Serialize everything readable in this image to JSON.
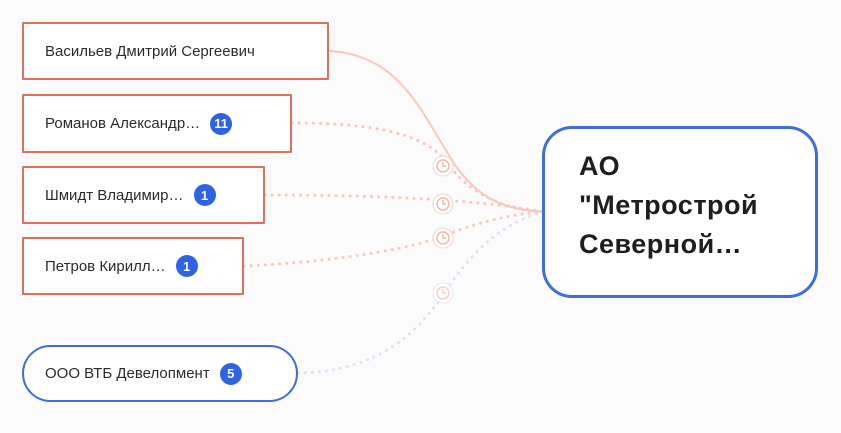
{
  "sources": [
    {
      "id": "vasiliev",
      "label": "Васильев Дмитрий Сергеевич",
      "badge": null,
      "kind": "person",
      "link": "solid"
    },
    {
      "id": "romanov",
      "label": "Романов Александр…",
      "badge": "11",
      "kind": "person",
      "link": "dotted"
    },
    {
      "id": "shmidt",
      "label": "Шмидт Владимир…",
      "badge": "1",
      "kind": "person",
      "link": "dotted"
    },
    {
      "id": "petrov",
      "label": "Петров Кирилл…",
      "badge": "1",
      "kind": "person",
      "link": "dotted"
    },
    {
      "id": "vtb",
      "label": "ООО ВТБ Девелопмент",
      "badge": "5",
      "kind": "org",
      "link": "dotted"
    }
  ],
  "target": {
    "lines": [
      "АО",
      "\"Метрострой",
      "Северной…"
    ]
  },
  "link_icons": [
    "clock-icon",
    "clock-icon",
    "clock-icon",
    "clock-icon"
  ],
  "colors": {
    "person_border": "#e0705a",
    "org_border": "#3f6fd6",
    "badge_bg": "#2f63e3",
    "person_link": "#f7c9bc",
    "org_link": "#d9e3f7",
    "icon": "#f3b7a8"
  }
}
